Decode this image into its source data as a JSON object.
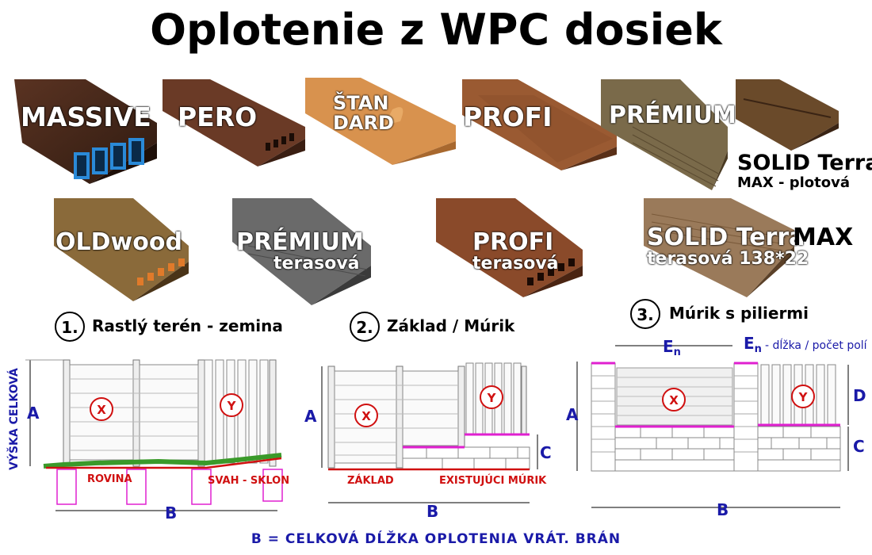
{
  "title": "Oplotenie z WPC dosiek",
  "boards": {
    "massive": "MASSIVE",
    "pero": "PERO",
    "standard_line1": "ŠTAN",
    "standard_line2": "DARD",
    "profi": "PROFI",
    "premium": "PRÉMIUM",
    "solid_terra": "SOLID Terra",
    "solid_terra_sub": "MAX - plotová",
    "oldwood": "OLDwood",
    "premium_terasova": "PRÉMIUM",
    "premium_terasova_sub": "terasová",
    "profi_terasova": "PROFI",
    "profi_terasova_sub": "terasová",
    "solid_terra_max": "SOLID Terra",
    "solid_terra_max_word": "MAX",
    "solid_terra_max_sub": "terasová 138*22"
  },
  "diagram1": {
    "num": "1.",
    "title": "Rastlý terén - zemina",
    "height_label": "VÝŠKA  CELKOVÁ",
    "a": "A",
    "b": "B",
    "x": "X",
    "y": "Y",
    "rovina": "ROVINA",
    "svah": "SVAH - SKLON"
  },
  "diagram2": {
    "num": "2.",
    "title": "Základ / Múrik",
    "a": "A",
    "b": "B",
    "c": "C",
    "x": "X",
    "y": "Y",
    "zaklad": "ZÁKLAD",
    "murik": "EXISTUJÚCI MÚRIK"
  },
  "diagram3": {
    "num": "3.",
    "title": "Múrik s piliermi",
    "a": "A",
    "b": "B",
    "c": "C",
    "d": "D",
    "x": "X",
    "y": "Y",
    "e_main": "E",
    "e_sub": "n",
    "e_note": "- dĺžka / počet polí"
  },
  "footer": "B = CELKOVÁ  DĹŽKA  OPLOTENIA  VRÁT.  BRÁN",
  "colors": {
    "brown_dark": "#4a2a1a",
    "brown_mid": "#7a4a2a",
    "wood_light": "#d89a55",
    "grey": "#6a6a6a",
    "blue_label": "#1a1aa8",
    "red_line": "#d01010",
    "magenta": "#e020d0",
    "grass": "#3a9a2a"
  }
}
